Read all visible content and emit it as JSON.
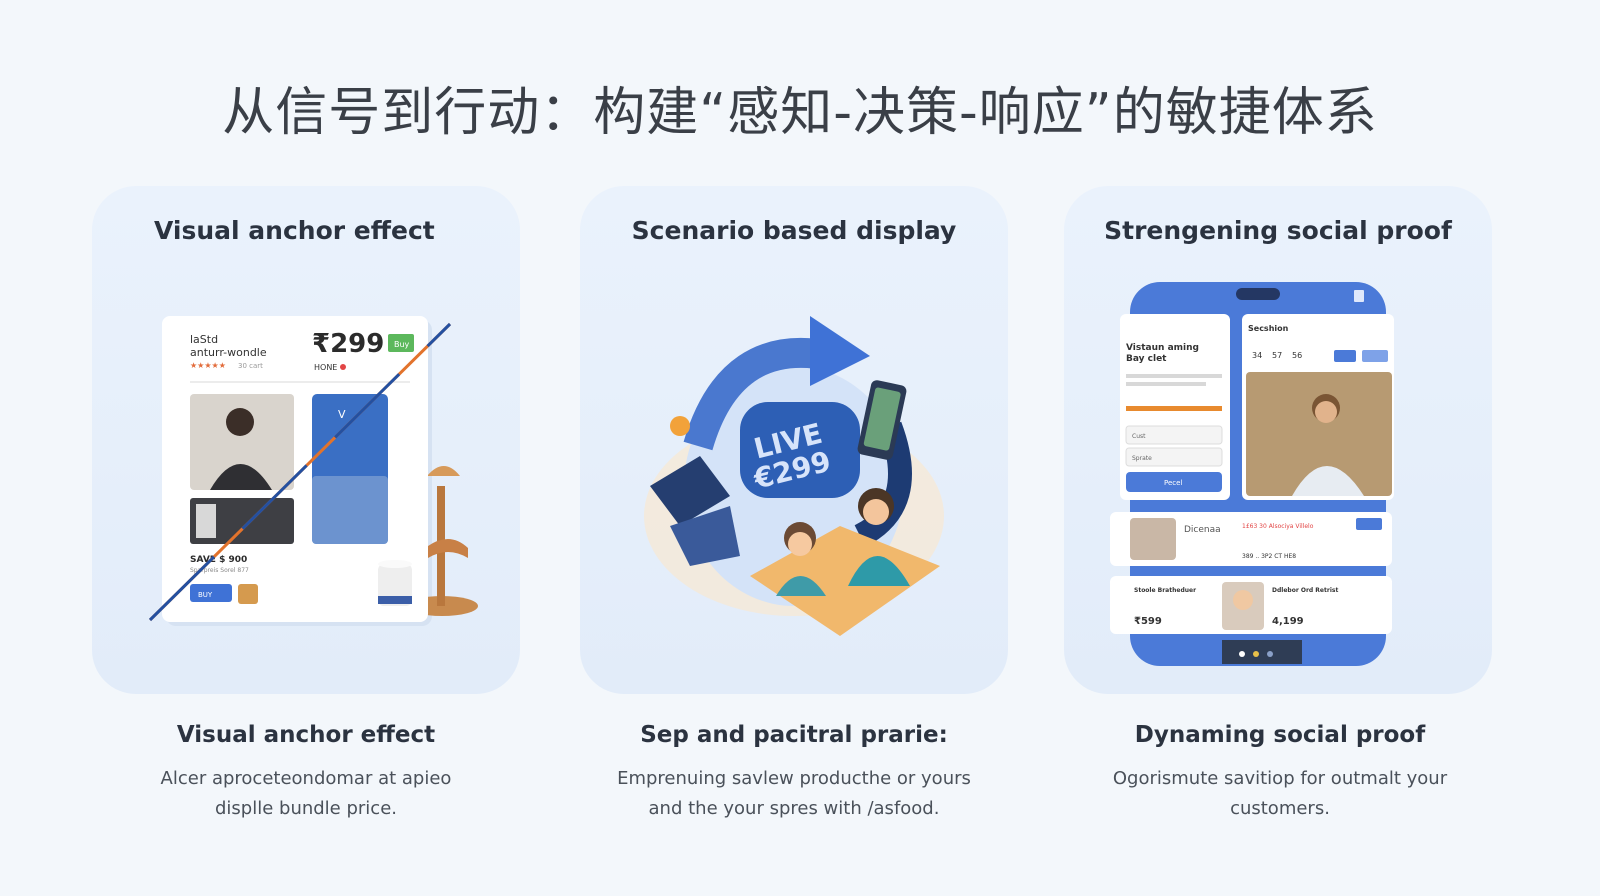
{
  "page": {
    "title": "从信号到行动：构建“感知-决策-响应”的敏捷体系"
  },
  "cards": [
    {
      "heading": "Visual anchor effect",
      "product": {
        "title_line1": "laStd",
        "title_line2": "anturr-wondle",
        "price": "₹299",
        "tag": "HONE",
        "badge": "Buy",
        "rating_text": "30 cart",
        "bundle_text": "SAVE $ 900",
        "bundle_sub": "Sparpreis Sorel 877",
        "button": "BUY"
      },
      "caption_title": "Visual anchor effect",
      "caption_line1": "Alcer aproceteondomar at apieo",
      "caption_line2": "displle bundle price."
    },
    {
      "heading": "Scenario based display",
      "badge_line1": "LIVE",
      "badge_line2": "€299",
      "caption_title": "Sep and pacitral prarie:",
      "caption_line1": "Emprenuing savlew producthe or yours",
      "caption_line2": "and the your spres with /asfood."
    },
    {
      "heading": "Strengening social proof",
      "phone": {
        "left_header": "Vistaun aming",
        "left_sub": "Bay clet",
        "field1": "Cust",
        "field2": "Sprate",
        "button": "Pecel",
        "right_header": "Secshion",
        "stats": [
          "34",
          "57",
          "56"
        ],
        "row1_label": "Dicenaa",
        "row1_right": "1£63 30 Alsociya Villelo",
        "row1_price": "389 .. 3P2 CT HE8",
        "row2_left_title": "Stoole Bratheduer",
        "row2_left_price": "₹599",
        "row2_right_title": "Ddlebor Ord Retrist",
        "row2_right_price": "4,199"
      },
      "caption_title": "Dynaming social proof",
      "caption_line1": "Ogorismute savitiop for outmalt your",
      "caption_line2": "customers."
    }
  ],
  "colors": {
    "accent_blue": "#3f72d6",
    "accent_orange": "#e28a2c",
    "card_bg": "#e6eefa",
    "badge_green": "#5cb85c"
  }
}
